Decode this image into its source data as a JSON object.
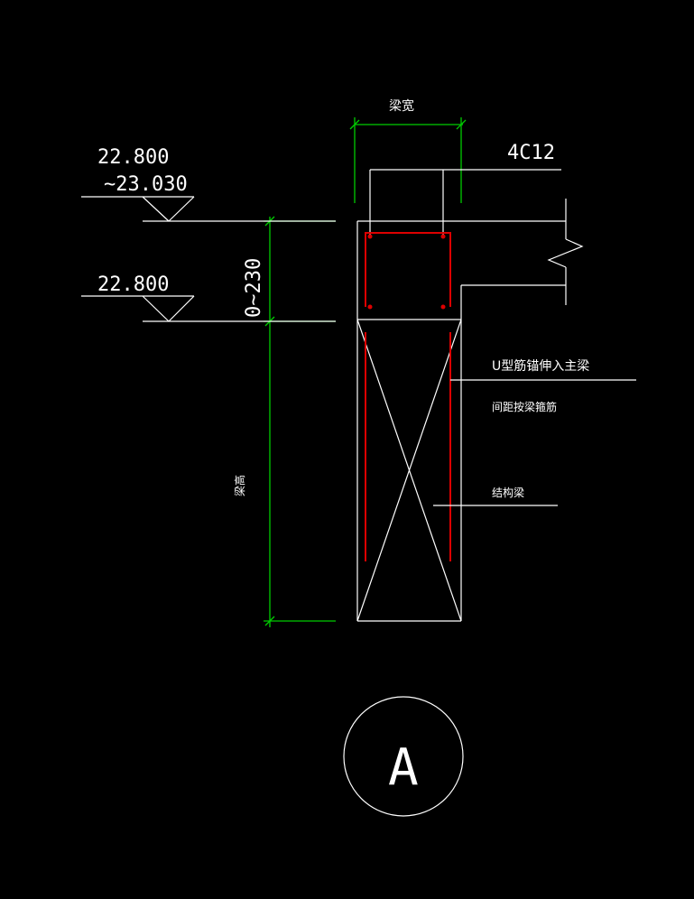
{
  "colors": {
    "background": "#000000",
    "linework": "#ffffff",
    "dimension": "#00cc00",
    "rebar": "#dd0000"
  },
  "labels": {
    "beam_width": "梁宽",
    "rebar_callout": "4C12",
    "elev_upper_line1": "22.800",
    "elev_upper_line2": "~23.030",
    "elev_lower": "22.800",
    "height_range": "0~230",
    "beam_height": "梁高",
    "u_bar_note": "U型筋锚伸入主梁",
    "stirrup_note": "间距按梁箍筋",
    "structural_beam": "结构梁",
    "section_mark": "A"
  }
}
